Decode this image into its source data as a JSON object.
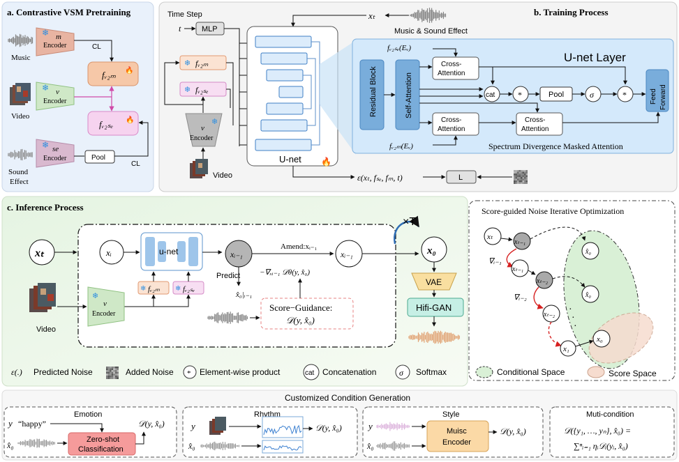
{
  "panel_a": {
    "title": "a. Contrastive VSM Pretraining",
    "music_label": "Music",
    "video_label": "Video",
    "sound_label_1": "Sound",
    "sound_label_2": "Effect",
    "enc_m_sym": "m",
    "enc_v_sym": "v",
    "enc_se_sym": "se",
    "encoder_word": "Encoder",
    "f_v2m": "fᵥ₂ₘ",
    "f_v2se": "fᵥ₂ₛₑ",
    "pool": "Pool",
    "cl_1": "CL",
    "cl_2": "CL"
  },
  "panel_b": {
    "title": "b. Training Process",
    "time_step": "Time Step",
    "t": "t",
    "mlp": "MLP",
    "x_t": "xₜ",
    "music_sfx": "Music & Sound Effect",
    "f_v2m": "fᵥ₂ₘ",
    "f_v2se": "fᵥ₂ₛₑ",
    "enc_sym": "v",
    "encoder_word": "Encoder",
    "video": "Video",
    "unet": "U-net",
    "unet_layer": "U-net Layer",
    "f_v2se_e": "fᵥ₂ₛₑ(Eᵥ)",
    "f_v2m_e": "fᵥ₂ₘ(Eᵥ)",
    "residual": "Residual Block",
    "self_attn": "Self-Attention",
    "cross_1": "Cross-",
    "cross_2": "Attention",
    "cat": "cat",
    "star": "*",
    "pool": "Pool",
    "sigma": "σ",
    "ff_1": "Feed",
    "ff_2": "Forward",
    "sdma": "Spectrum Divergence Masked Attention",
    "eps_expr": "ε(xₜ, fₛₑ, fₘ, t)",
    "loss": "L"
  },
  "panel_c": {
    "title": "c. Inference Process",
    "x_t": "xₜ",
    "x_i": "xᵢ",
    "unet": "u-net",
    "x_im1": "xᵢ₋₁",
    "amend": "Amend:xᵢ₋₁",
    "x_im1_b": "xᵢ₋₁",
    "times_t": "×T",
    "x_0": "x₀",
    "predict": "Predict",
    "x0_hat_i": "x̂₀|ᵢ₋₁",
    "grad": "−∇ₓᵢ₋₁ 𝒟θ(y, x̂₀)",
    "score_1": "Score−Guidance:",
    "score_2": "𝒟(y, x̂₀)",
    "f_v2m": "fᵥ₂ₘ",
    "f_v2se": "fᵥ₂ₛₑ",
    "enc_sym": "v",
    "encoder_word": "Encoder",
    "video": "Video",
    "vae": "VAE",
    "hifigan": "Hifi-GAN"
  },
  "panel_s": {
    "title": "Score-guided Noise Iterative Optimization",
    "x_t": "xₜ",
    "x_tm1": "xₜ₋₁",
    "grad_1": "∇ᵢ₋₁",
    "grad_2": "∇ᵢ₋₂",
    "x_tm1_b": "xₜ₋₁",
    "x_tm2": "xₜ₋₂",
    "x_tm2_b": "xₜ₋₂",
    "x_1": "x₁",
    "x_0": "x₀",
    "x0_hat": "x̂₀",
    "dots": "·",
    "cond_space": "Conditional Space",
    "score_space": "Score Space"
  },
  "legend": {
    "eps": "ε(.)",
    "predicted": "Predicted Noise",
    "added": "Added Noise",
    "star": "*",
    "elementwise": "Element-wise product",
    "cat": "cat",
    "concat": "Concatenation",
    "sigma": "σ",
    "softmax": "Softmax"
  },
  "bottom": {
    "title": "Customized Condition Generation",
    "emotion": {
      "title": "Emotion",
      "y": "y",
      "happy": "“happy”",
      "x0": "x̂₀",
      "box_1": "Zero-shot",
      "box_2": "Classification",
      "out": "𝒟(y, x̂₀)"
    },
    "rhythm": {
      "title": "Rhythm",
      "y": "y",
      "x0": "x̂₀",
      "out": "𝒟(y, x̂₀)"
    },
    "style": {
      "title": "Style",
      "y": "y",
      "x0": "x̂₀",
      "box_1": "Muisc",
      "box_2": "Encoder",
      "out": "𝒟(y, x̂₀)"
    },
    "multi": {
      "title": "Muti-condition",
      "line_1": "𝒟({y₁, …, yₙ}, x̂₀) =",
      "line_2": "∑ⁿᵢ₌₁ ηᵢ𝒟ᵢ(yᵢ, x̂₀)"
    }
  }
}
